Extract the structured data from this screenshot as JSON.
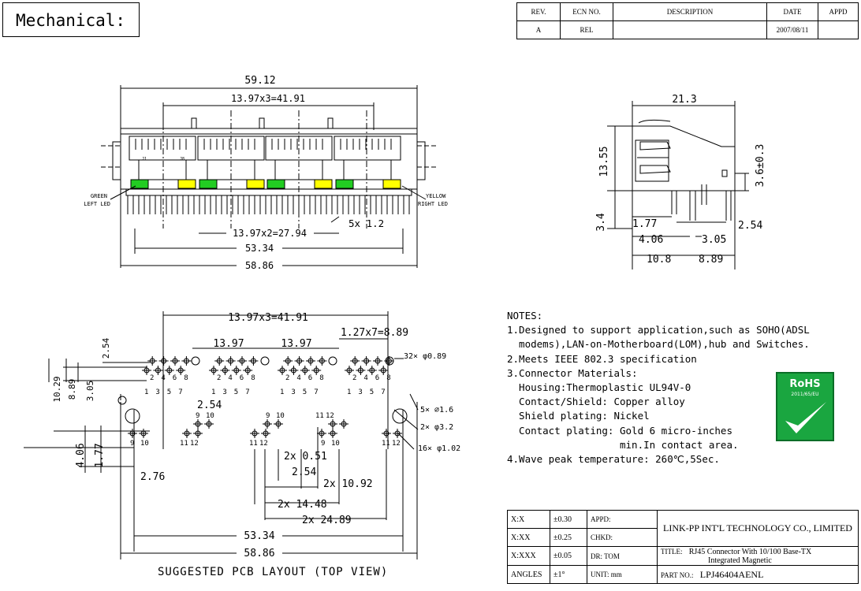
{
  "header": {
    "title": "Mechanical:"
  },
  "revision": {
    "headers": [
      "REV.",
      "ECN NO.",
      "DESCRIPTION",
      "DATE",
      "APPD"
    ],
    "row": [
      "A",
      "REL",
      "",
      "2007/08/11",
      ""
    ]
  },
  "front_view": {
    "dim_overall": "59.12",
    "dim_pitch3": "13.97x3=41.91",
    "dim_pitch2": "13.97x2=27.94",
    "dim_pin": "5x 1.2",
    "dim_53": "53.34",
    "dim_58": "58.86",
    "led_left_1": "GREEN",
    "led_left_2": "LEFT LED",
    "led_right_1": "YELLOW",
    "led_right_2": "RIGHT LED",
    "port_label_a": "J1",
    "port_label_b": "J8"
  },
  "side_view": {
    "d_width": "21.3",
    "d_height": "13.55",
    "d_36": "3.6±0.3",
    "d_34": "3.4",
    "d_177": "1.77",
    "d_254": "2.54",
    "d_406": "4.06",
    "d_305": "3.05",
    "d_108": "10.8",
    "d_889": "8.89"
  },
  "pcb_layout": {
    "d_pitch3": "13.97x3=41.91",
    "d_a": "13.97",
    "d_b": "13.97",
    "d_127": "1.27x7=8.89",
    "d_254v": "2.54",
    "d_1029": "10.29",
    "d_889": "8.89",
    "d_305": "3.05",
    "d_254h": "2.54",
    "d_406": "4.06",
    "d_177": "1.77",
    "d_276": "2.76",
    "d_051": "2x 0.51",
    "d_254b": "2.54",
    "d_1092": "2x  10.92",
    "d_1448": "2x 14.48",
    "d_2489": "2x 24.89",
    "d_5334": "53.34",
    "d_5886": "58.86",
    "h_32": "32× φ0.89",
    "h_5": "5× ⌀1.6",
    "h_2": "2× φ3.2",
    "h_16": "16× φ1.02",
    "pin_row_a": [
      "2",
      "4",
      "6",
      "8"
    ],
    "pin_row_b": [
      "1",
      "3",
      "5",
      "7"
    ],
    "pin_pair_top": [
      "9",
      "10"
    ],
    "pin_pair_alt": [
      "11",
      "12"
    ],
    "caption": "SUGGESTED PCB LAYOUT (TOP VIEW)"
  },
  "notes": {
    "heading": "NOTES:",
    "lines": [
      "1.Designed to support application,such as SOHO(ADSL",
      "  modems),LAN-on-Motherboard(LOM),hub and Switches.",
      "2.Meets IEEE 802.3 specification",
      "3.Connector Materials:",
      "  Housing:Thermoplastic UL94V-0",
      "  Contact/Shield: Copper alloy",
      "  Shield plating: Nickel",
      "  Contact plating: Gold 6 micro-inches",
      "                   min.In contact area.",
      "4.Wave peak temperature: 260℃,5Sec."
    ]
  },
  "rohs": {
    "title": "RoHS",
    "sub": "2011/65/EU"
  },
  "title_block": {
    "tol_1_label": "X:X",
    "tol_1_value": "±0.30",
    "appd": "APPD:",
    "tol_2_label": "X:XX",
    "tol_2_value": "±0.25",
    "chkd": "CHKD:",
    "tol_3_label": "X:XXX",
    "tol_3_value": "±0.05",
    "dr": "DR:   TOM",
    "tol_4_label": "ANGLES",
    "tol_4_value": "±1°",
    "unit": "UNIT:   mm",
    "company": "LINK-PP INT'L TECHNOLOGY CO., LIMITED",
    "title_label": "TITLE:",
    "title_text": "RJ45 Connector With 10/100 Base-TX",
    "title_text2": "Integrated Magnetic",
    "part_label": "PART NO.:",
    "part_no": "LPJ46404AENL"
  },
  "colors": {
    "led_green": "#22cc22",
    "led_yellow": "#ffff00",
    "rohs_green": "#1aa640"
  }
}
